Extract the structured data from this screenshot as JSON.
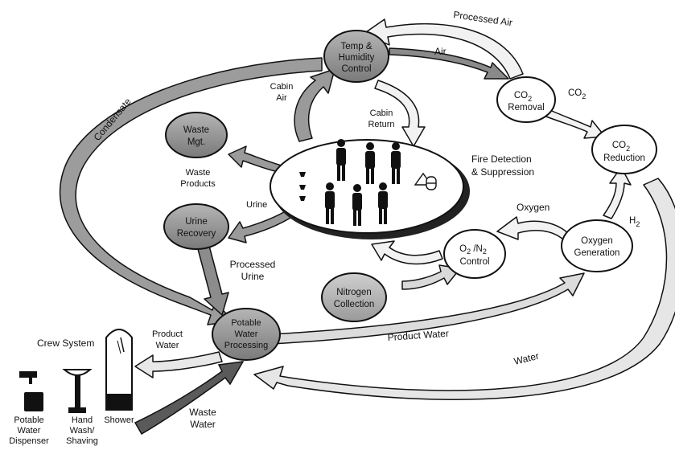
{
  "colors": {
    "dark_node": "#8c8c8c",
    "mid_node": "#a8a8a8",
    "light_node": "#ffffff",
    "band_dark": "#9a9a9a",
    "band_light": "#dcdcdc",
    "band_white": "#f4f4f4",
    "waste_arrow": "#5a5a5a"
  },
  "nodes": {
    "temp": [
      "Temp &",
      "Humidity",
      "Control"
    ],
    "co2_removal": [
      "CO",
      "2",
      "Removal"
    ],
    "co2_reduction": [
      "CO",
      "2",
      "Reduction"
    ],
    "waste_mgt": [
      "Waste",
      "Mgt."
    ],
    "urine_recovery": [
      "Urine",
      "Recovery"
    ],
    "o2n2": [
      "O",
      "2",
      " /N",
      "2",
      "Control"
    ],
    "oxygen_generation": [
      "Oxygen",
      "Generation"
    ],
    "nitrogen": [
      "Nitrogen",
      "Collection"
    ],
    "potable": [
      "Potable",
      "Water",
      "Processing"
    ]
  },
  "flows": {
    "processed_air": "Processed Air",
    "air": "Air",
    "co2": "CO",
    "co2_sub": "2",
    "cabin_air": [
      "Cabin",
      "Air"
    ],
    "cabin_return": [
      "Cabin",
      "Return"
    ],
    "condensate": "Condensate",
    "waste_products": [
      "Waste",
      "Products"
    ],
    "urine": "Urine",
    "processed_urine": [
      "Processed",
      "Urine"
    ],
    "oxygen": "Oxygen",
    "h2": "H",
    "h2_sub": "2",
    "product_water_left": [
      "Product",
      "Water"
    ],
    "product_water": "Product Water",
    "water": "Water",
    "waste_water": [
      "Waste",
      "Water"
    ]
  },
  "fire": [
    "Fire Detection",
    "& Suppression"
  ],
  "crew": {
    "title": "Crew System",
    "dispenser": [
      "Potable",
      "Water",
      "Dispenser"
    ],
    "hand_wash": [
      "Hand",
      "Wash/",
      "Shaving"
    ],
    "shower": "Shower"
  }
}
